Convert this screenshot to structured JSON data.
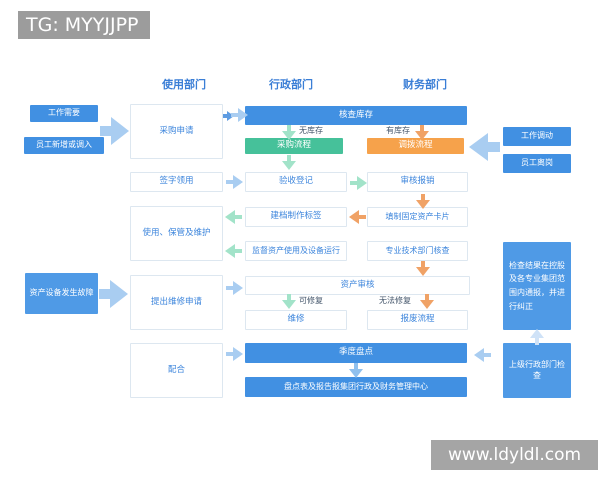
{
  "tag": "TG: MYYJJPP",
  "watermark": "www.ldyldl.com",
  "headers": {
    "use_dept": "使用部门",
    "admin_dept": "行政部门",
    "finance_dept": "财务部门"
  },
  "nodes": {
    "work_need": "工作需要",
    "employee_new": "员工新增或调入",
    "asset_fault": "资产设备发生故障",
    "purchase_request": "采购申请",
    "sign_receive": "签字领用",
    "use_keep_maintain": "使用、保管及维护",
    "repair_request": "提出维修申请",
    "cooperate": "配合",
    "check_inventory": "核查库存",
    "purchase_process": "采购流程",
    "transfer_process": "调拨流程",
    "acceptance_register": "验收登记",
    "archive_label": "建档制作标签",
    "supervise": "监督资产使用及设备运行",
    "asset_review": "资产审核",
    "repair": "维修",
    "quarterly_count": "季度盘点",
    "report": "盘点表及报告报集团行政及财务管理中心",
    "audit_reimburse": "审核报销",
    "asset_card": "填制固定资产卡片",
    "tech_check": "专业技术部门核查",
    "scrap_process": "报废流程",
    "job_transfer": "工作调动",
    "employee_leave": "员工离岗",
    "inspection_result": "检查结果在控股及各专业集团范围内通报，并进行纠正",
    "superior_check": "上级行政部门检查"
  },
  "edge_labels": {
    "no_stock": "无库存",
    "has_stock": "有库存",
    "repairable": "可修复",
    "unrepairable": "无法修复"
  },
  "colors": {
    "primary_blue": "#4190e2",
    "green": "#46c19a",
    "orange": "#f6a24b",
    "light_blue_arrow": "#a9cdf1",
    "light_green_arrow": "#a2e3c9",
    "light_orange_arrow": "#f0a266",
    "box_border": "#dde7f0",
    "text_blue": "#3e86dc",
    "tag_gray": "#9c9c9c",
    "watermark_gray": "#a5a5a5"
  }
}
